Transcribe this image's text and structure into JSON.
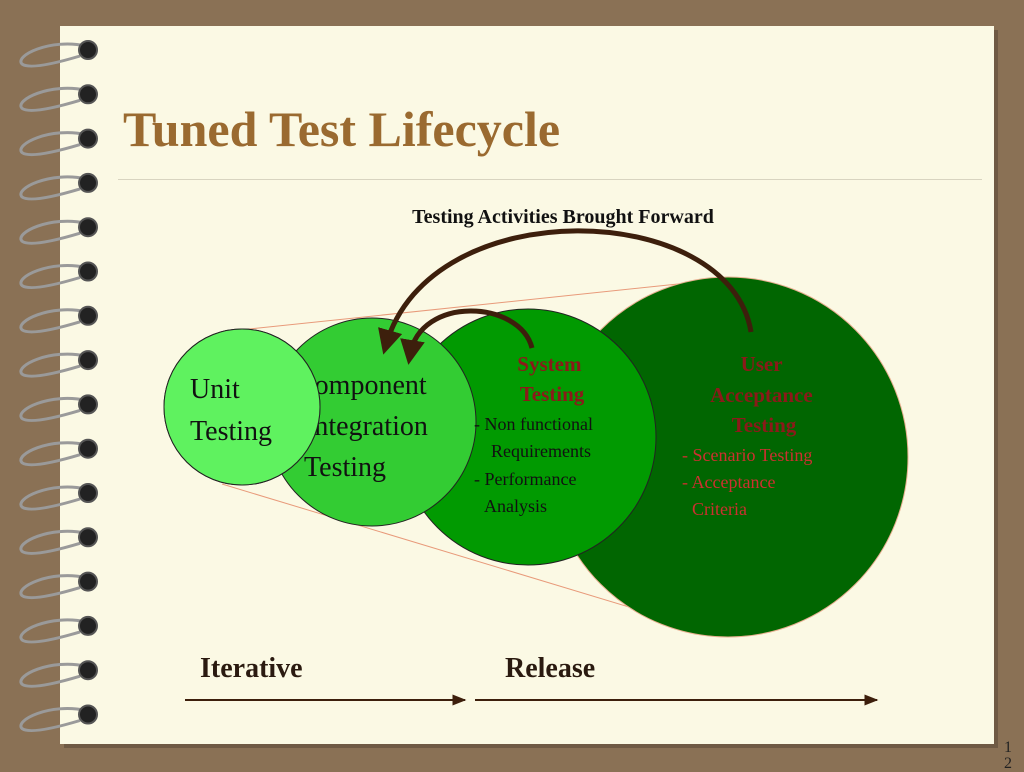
{
  "slide": {
    "title": "Tuned Test Lifecycle",
    "page_number": "1 2"
  },
  "diagram": {
    "caption": "Testing Activities Brought Forward",
    "stages": {
      "unit": {
        "lines": [
          "Unit",
          "Testing"
        ],
        "color": "#5ff25f"
      },
      "component": {
        "lines": [
          "Component",
          "Integration",
          "Testing"
        ],
        "color": "#33cc33"
      },
      "system": {
        "heading": [
          "System",
          "Testing"
        ],
        "items": [
          "- Non functional",
          "Requirements",
          "- Performance",
          "Analysis"
        ],
        "color": "#019a01"
      },
      "uat": {
        "heading": [
          "User",
          "Acceptance",
          "Testing"
        ],
        "items": [
          "- Scenario Testing",
          "- Acceptance",
          "Criteria"
        ],
        "color": "#016601"
      }
    },
    "phases": {
      "iterative": "Iterative",
      "release": "Release"
    },
    "colors": {
      "arrow": "#3d1f0c",
      "heading_text": "#8b1a1a",
      "uat_item_text": "#cc3030",
      "guide_lines": "#e89a7a"
    }
  }
}
